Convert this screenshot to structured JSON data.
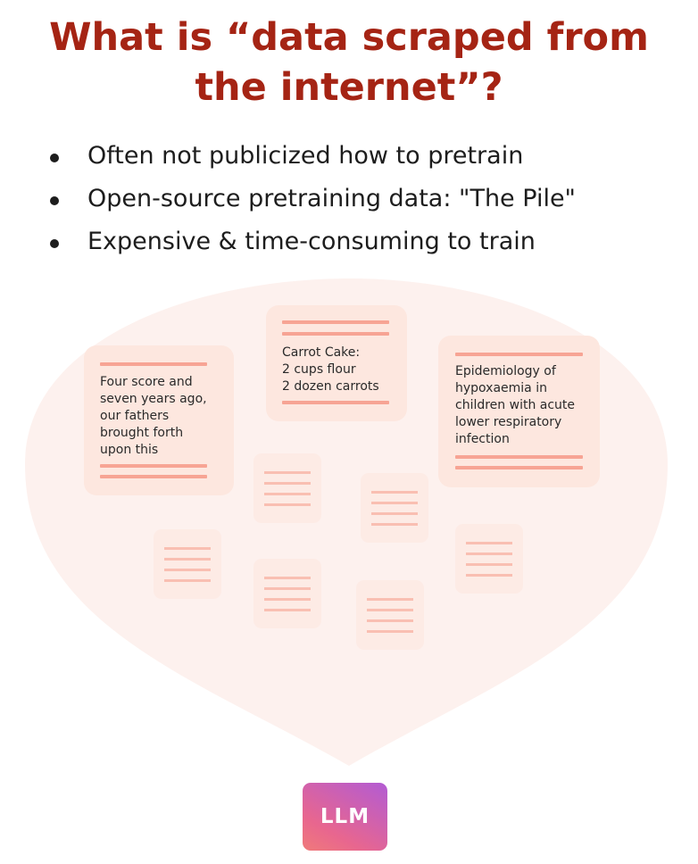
{
  "title": {
    "line1": "What is “data scraped from",
    "line2": "the internet”?"
  },
  "bullets": [
    "Often not publicized how to pretrain",
    "Open-source pretraining data: \"The Pile\"",
    "Expensive & time-consuming to train"
  ],
  "documents": {
    "speech": "Four score and\nseven years ago,\nour fathers\nbrought forth\nupon this",
    "recipe": "Carrot Cake:\n2 cups flour\n2 dozen carrots",
    "paper": "Epidemiology of\nhypoxaemia in\nchildren with acute\nlower respiratory\ninfection"
  },
  "model": {
    "label": "LLM"
  },
  "colors": {
    "title": "#a52414",
    "blob": "#fdf1ee",
    "card": "#fde7df",
    "card_line": "#f7a494",
    "model_gradient_start": "#b25bd4",
    "model_gradient_end": "#f07a7a"
  }
}
